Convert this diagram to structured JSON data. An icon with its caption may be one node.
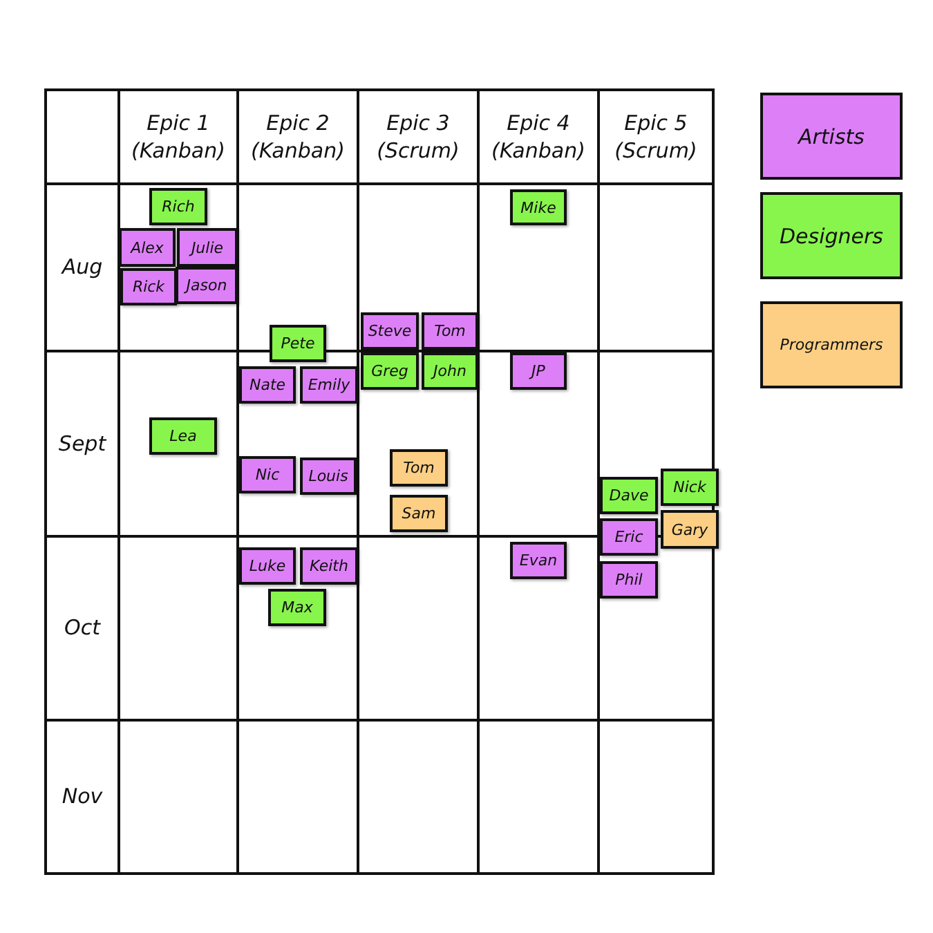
{
  "diagram": {
    "nodes": [
      {
        "text": [
          "Rich"
        ]
      },
      {
        "text": [
          "Alex"
        ]
      },
      {
        "text": [
          "Julie"
        ]
      },
      {
        "text": [
          "Rick"
        ]
      },
      {
        "text": [
          "Jason"
        ]
      },
      {
        "text": [
          "Mike"
        ]
      },
      {
        "text": [
          "Steve"
        ]
      },
      {
        "text": [
          "Tom"
        ]
      },
      {
        "text": [
          "Pete"
        ]
      },
      {
        "text": [
          "Greg"
        ]
      },
      {
        "text": [
          "John"
        ]
      },
      {
        "text": [
          "Nate"
        ]
      },
      {
        "text": [
          "Emily"
        ]
      },
      {
        "text": [
          "JP"
        ]
      },
      {
        "text": [
          "Lea"
        ]
      },
      {
        "text": [
          "Tom"
        ]
      },
      {
        "text": [
          "Nic"
        ]
      },
      {
        "text": [
          "Louis"
        ]
      },
      {
        "text": [
          "Nick"
        ]
      },
      {
        "text": [
          "Dave"
        ]
      },
      {
        "text": [
          "Sam"
        ]
      },
      {
        "text": [
          "Gary"
        ]
      },
      {
        "text": [
          "Eric"
        ]
      },
      {
        "text": [
          "Evan"
        ]
      },
      {
        "text": [
          "Luke"
        ]
      },
      {
        "text": [
          "Keith"
        ]
      },
      {
        "text": [
          "Phil"
        ]
      },
      {
        "text": [
          "Max"
        ]
      }
    ],
    "labels": [
      "Epic 1 (Kanban)",
      "Epic 2 (Kanban)",
      "Epic 3 (Scrum)",
      "Epic 4 (Kanban)",
      "Epic 5 (Scrum)",
      "Aug",
      "Sept",
      "Oct",
      "Nov"
    ],
    "legend": [
      {
        "text": "Artists",
        "color": "#dd80f7"
      },
      {
        "text": "Designers",
        "color": "#88f54c"
      },
      {
        "text": "Programmers",
        "color": "#fccf84"
      }
    ]
  }
}
